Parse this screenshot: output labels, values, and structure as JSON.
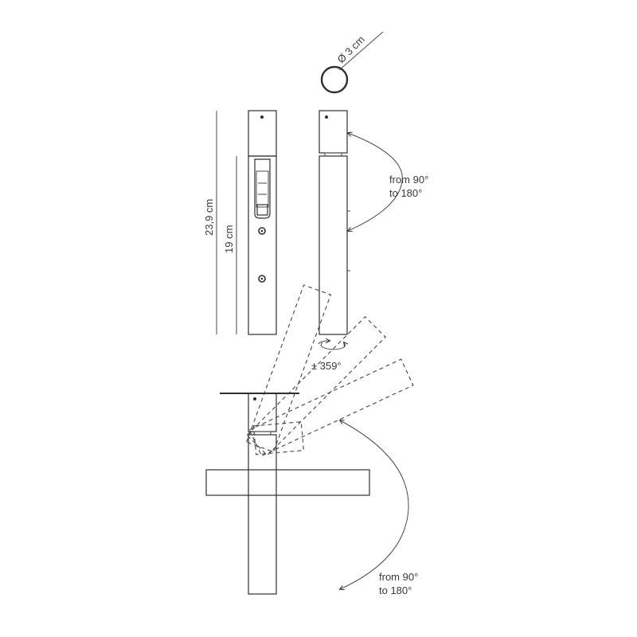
{
  "labels": {
    "diameter": "Ø 3 cm",
    "total_height": "23,9 cm",
    "body_height": "19 cm",
    "rotation_top": "from 90°\nto 180°",
    "rotation_top_line1": "from 90°",
    "rotation_top_line2": "to 180°",
    "swivel": "± 359°",
    "rotation_bottom_line1": "from 90°",
    "rotation_bottom_line2": "to 180°"
  },
  "colors": {
    "line": "#2f2f2f",
    "text": "#3a3a3a",
    "background": "#ffffff"
  }
}
